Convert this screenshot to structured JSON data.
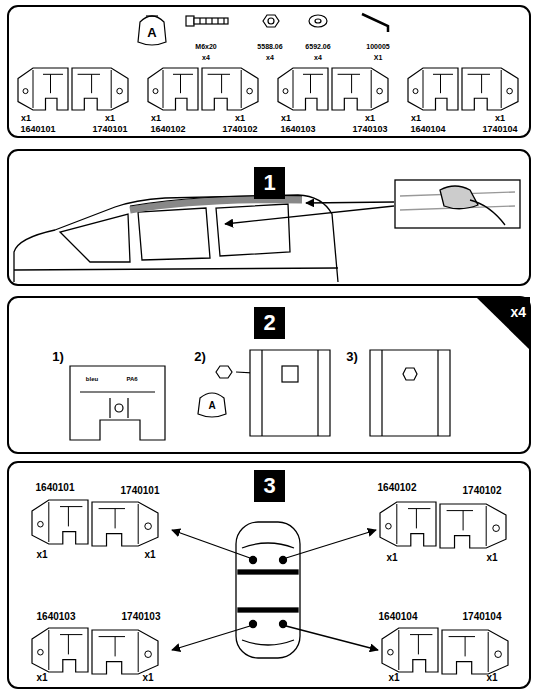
{
  "diagram": {
    "nodes": [
      {
        "text": [
          "1"
        ]
      },
      {
        "text": [
          "2"
        ]
      },
      {
        "text": [
          "x4"
        ]
      },
      {
        "text": [
          "3"
        ]
      }
    ],
    "labels": [
      "A",
      "M6x20",
      "x4",
      "5588.06",
      "x4",
      "6592.06",
      "x4",
      "100005",
      "X1",
      "x1",
      "1640101",
      "x1",
      "1740101",
      "x1",
      "1640102",
      "x1",
      "1740102",
      "x1",
      "1640103",
      "x1",
      "1740103",
      "x1",
      "1640104",
      "x1",
      "1740104",
      "1)",
      "bleu",
      "PA6",
      "2)",
      "A",
      "3)",
      "1640101",
      "1740101",
      "x1",
      "x1",
      "1640102",
      "1740102",
      "x1",
      "x1",
      "1640103",
      "1740103",
      "x1",
      "x1",
      "1640104",
      "1740104",
      "x1",
      "x1"
    ]
  }
}
